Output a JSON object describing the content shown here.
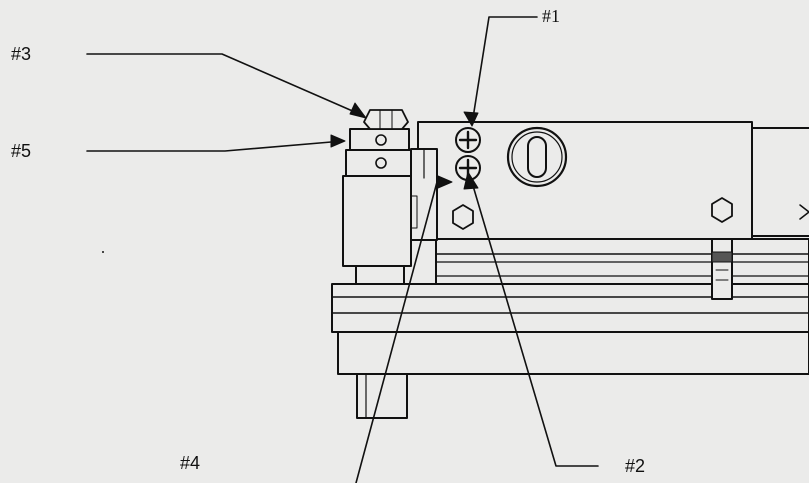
{
  "callouts": {
    "c1": "#1",
    "c2": "#2",
    "c3": "#3",
    "c4": "#4",
    "c5": "#5"
  },
  "colors": {
    "background": "#ebebea",
    "ink": "#111111"
  },
  "icons": [
    "phillips-screw-icon",
    "hex-bolt-icon",
    "slotted-knob-icon",
    "arrowhead-icon"
  ]
}
